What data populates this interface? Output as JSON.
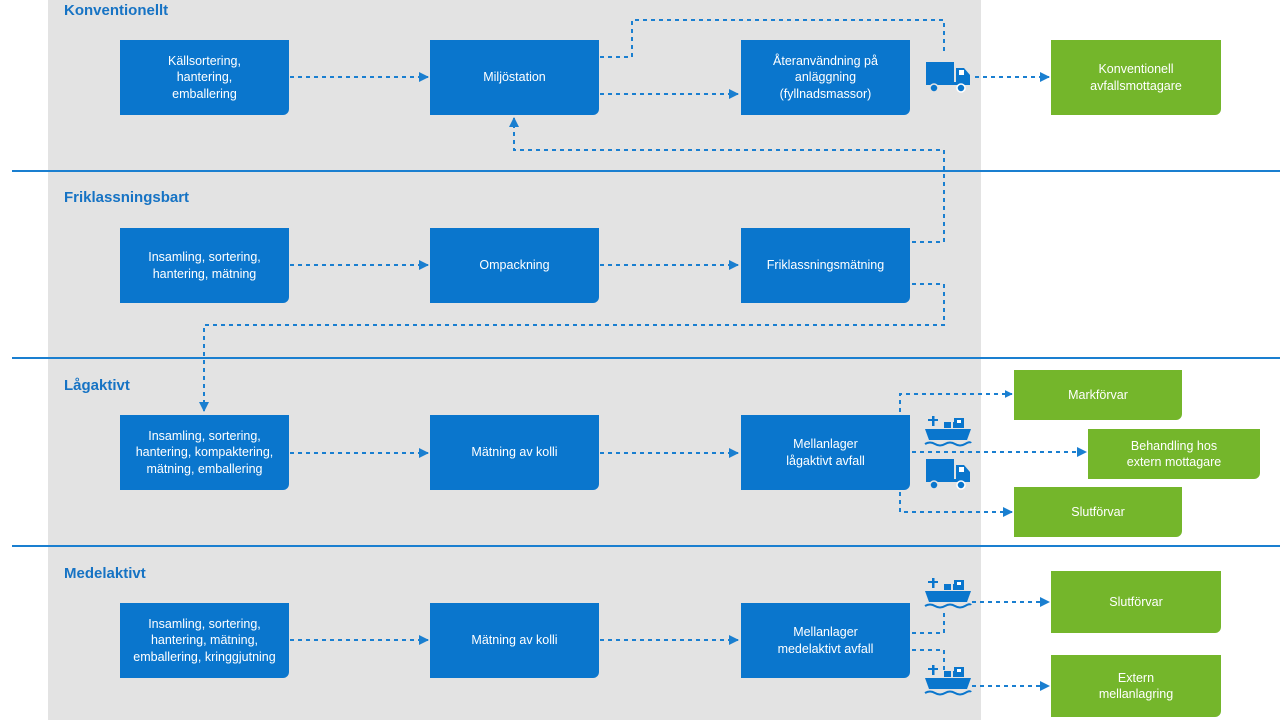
{
  "sections": {
    "konventionellt": "Konventionellt",
    "friklassningsbart": "Friklassningsbart",
    "lagaktivt": "Lågaktivt",
    "medelaktivt": "Medelaktivt"
  },
  "boxes": {
    "kallsortering": "Källsortering,\nhantering,\nemballering",
    "miljostation": "Miljöstation",
    "ateranvandning": "Återanvändning på\nanläggning\n(fyllnadsmassor)",
    "konventionell_mottagare": "Konventionell\navfallsmottagare",
    "insamling_fri": "Insamling, sortering,\nhantering, mätning",
    "ompackning": "Ompackning",
    "friklassningsmatning": "Friklassningsmätning",
    "insamling_lag": "Insamling, sortering,\nhantering, kompaktering,\nmätning, emballering",
    "matning_kolli_lag": "Mätning av kolli",
    "mellanlager_lag": "Mellanlager\nlågaktivt avfall",
    "markforvar": "Markförvar",
    "behandling_extern": "Behandling hos\nextern mottagare",
    "slutforvar_lag": "Slutförvar",
    "insamling_med": "Insamling, sortering,\nhantering, mätning,\nemballering, kringgjutning",
    "matning_kolli_med": "Mätning av kolli",
    "mellanlager_med": "Mellanlager\nmedelaktivt avfall",
    "slutforvar_med": "Slutförvar",
    "extern_mellanlagring": "Extern\nmellanlagring"
  },
  "icons": {
    "truck": "truck-icon",
    "ship": "ship-icon"
  },
  "colors": {
    "process_blue": "#0a76cd",
    "destination_green": "#74b62b",
    "title_blue": "#1673c4",
    "panel_grey": "#e3e3e3"
  }
}
